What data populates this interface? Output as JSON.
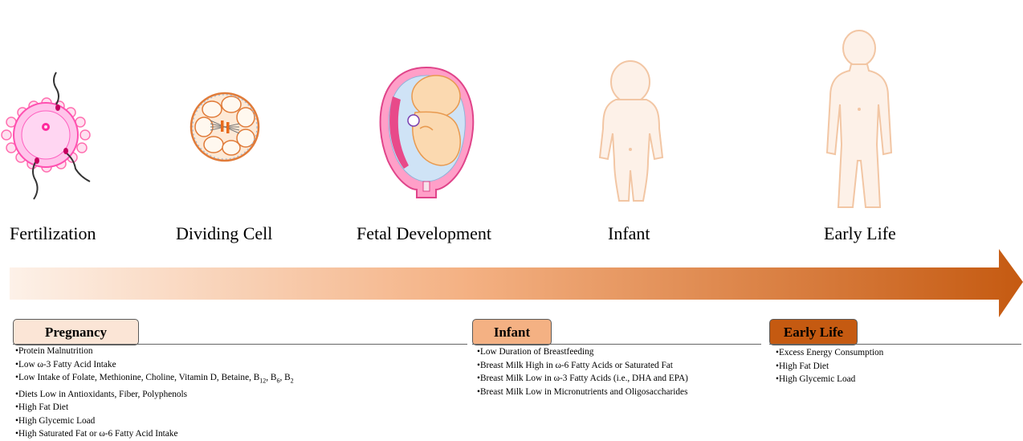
{
  "stages": [
    {
      "id": "fertilization",
      "label": "Fertilization"
    },
    {
      "id": "dividing-cell",
      "label": "Dividing Cell"
    },
    {
      "id": "fetal",
      "label": "Fetal Development"
    },
    {
      "id": "infant",
      "label": "Infant"
    },
    {
      "id": "early-life",
      "label": "Early Life"
    }
  ],
  "boxes": {
    "pregnancy": {
      "title": "Pregnancy",
      "items": [
        "•Protein Malnutrition",
        "•Low ω-3 Fatty Acid Intake",
        "•Low Intake of Folate, Methionine, Choline, Vitamin D, Betaine, B12, B6, B2",
        "•Diets Low in Antioxidants, Fiber, Polyphenols",
        "•High Fat Diet",
        "•High Glycemic Load",
        "•High Saturated Fat or ω-6 Fatty Acid Intake"
      ]
    },
    "infant": {
      "title": "Infant",
      "items": [
        "•Low Duration of Breastfeeding",
        "•Breast Milk High in ω-6 Fatty Acids or Saturated Fat",
        "•Breast Milk Low in ω-3 Fatty Acids (i.e., DHA and EPA)",
        "•Breast Milk Low in Micronutrients and Oligosaccharides"
      ]
    },
    "early_life": {
      "title": "Early Life",
      "items": [
        "•Excess Energy Consumption",
        "•High Fat Diet",
        "•High Glycemic Load"
      ]
    }
  },
  "colors": {
    "arrow_start": "#fdf1e8",
    "arrow_end": "#c55a11",
    "pregnancy_fill": "#fbe5d6",
    "infant_fill": "#f4b183",
    "early_life_fill": "#c55a11",
    "skin_fill": "#fdf1e8",
    "skin_stroke": "#f2c6a4"
  }
}
